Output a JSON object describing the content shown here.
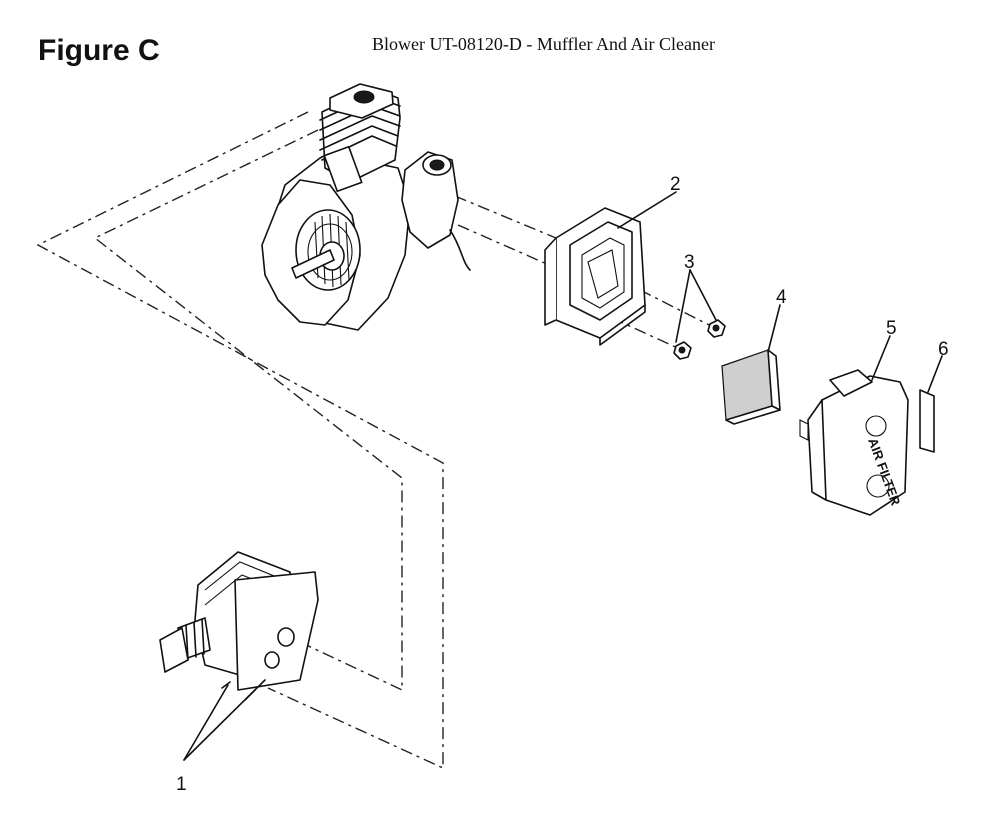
{
  "header": {
    "figure_label": "Figure C",
    "title": "Blower UT-08120-D - Muffler And Air Cleaner"
  },
  "diagram": {
    "callouts": [
      {
        "id": "1",
        "label": "1"
      },
      {
        "id": "2",
        "label": "2"
      },
      {
        "id": "3",
        "label": "3"
      },
      {
        "id": "4",
        "label": "4"
      },
      {
        "id": "5",
        "label": "5"
      },
      {
        "id": "6",
        "label": "6"
      }
    ],
    "air_filter_cover_text": "AIR FILTER"
  }
}
